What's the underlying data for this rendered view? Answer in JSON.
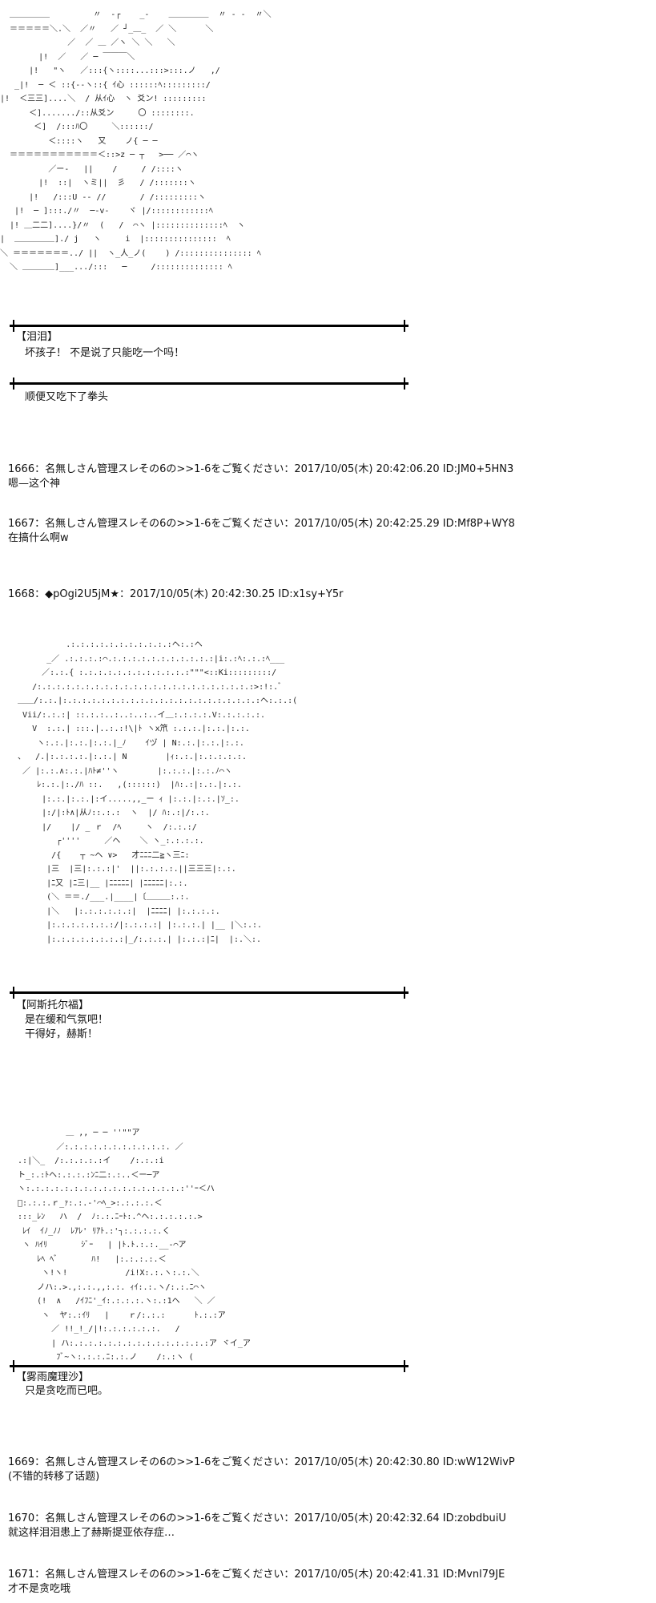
{
  "art1": [
    "  ＿＿＿＿＿         〃  -┌    _-    ＿＿＿＿＿  〃 - -  〃＼",
    "  ＝＝＝＝＝＼.＼  ／〃   ／ ┘_＿_  ／ ＼      ＼",
    "              ／  ／ ＿ ／ヽ ＼ ＼   ＼",
    "        |!  ／   ／ ─ ￣￣￣＼",
    "      |!   \"ヽ   ／:::{ヽ::::...:::>:::.ノ   ,/",
    "   _|!  ─ ＜ ::{--ヽ::{ ｲ心 ::::::ﾍ:::::::::/",
    "|!  ＜三三]....＼  / 从ｲ心  ヽ 爻ン! :::::::::",
    "      ＜]......./::从爻ン     〇 ::::::::.",
    "       ＜]  /:::ﾊ〇     ＼::::::/",
    "          ＜::::ヽ   又    ノ{ ─ ─",
    "  ＝＝＝＝＝＝＝＝＝＝＝＜::>z ─ ┬   >── ／⌒ヽ",
    "          ／ー-   ||    /     / /::::ヽ",
    "        |!  ::|  ヽミ||  彡   / /:::::::ヽ",
    "      |!   /:::U -- //       / /:::::::::ヽ",
    "   |!  ─ ]:::./〃  ─-v-    ヾ |/::::::::::::ﾍ",
    "  |! ＿二二]....}/〃  (   /  ⌒ヽ |::::::::::::::ﾍ  ヽ",
    "|  ＿＿＿＿＿]./ j   ヽ     i  |:::::::::::::::  ﾍ",
    "＼ ＝＝＝＝＝＝＝../ ||  ヽ_人_ノ(    ) /::::::::::::::: ﾍ",
    "  ＼ ＿＿＿＿]___.../:::   ─     /:::::::::::::: ﾍ"
  ],
  "sec1": {
    "speaker": "【泪泪】",
    "line": "坏孩子！ 不是说了只能吃一个吗！",
    "after": "顺便又吃下了拳头"
  },
  "posts": [
    {
      "header": "1666：名無しさん管理スレその6の>>1-6をご覧ください：2017/10/05(木) 20:42:06.20 ID:JM0+5HN3",
      "body": "嗯—这个神"
    },
    {
      "header": "1667：名無しさん管理スレその6の>>1-6をご覧ください：2017/10/05(木) 20:42:25.29 ID:Mf8P+WY8",
      "body": "在搞什么啊w"
    },
    {
      "header": "1668：◆pOgi2U5jM★：2017/10/05(木) 20:42:30.25 ID:x1sy+Y5r",
      "body": ""
    },
    {
      "header": "1669：名無しさん管理スレその6の>>1-6をご覧ください：2017/10/05(木) 20:42:30.80 ID:wW12WivP",
      "body": "(不错的转移了话题)"
    },
    {
      "header": "1670：名無しさん管理スレその6の>>1-6をご覧ください：2017/10/05(木) 20:42:32.64 ID:zobdbuiU",
      "body": "就这样泪泪患上了赫斯提亚依存症…"
    },
    {
      "header": "1671：名無しさん管理スレその6の>>1-6をご覧ください：2017/10/05(木) 20:42:41.31 ID:Mvnl79JE",
      "body": "才不是贪吃哦"
    }
  ],
  "art2": [
    "            .:.:.:.:.:.:.:.:.:.:.:ヘ:.:ヘ",
    "        _／ .:.:.:.:⌒.:.:.:.:.:.:.:.:.:.:.:|i:.:ﾍ:.:.:ﾍ___",
    "       ／:.:.{ :.:.:.:.:.:.:.:.:.:.:.:\"\"\"<::Ki:::::::::/",
    "     /:.:.:.:.:.:.:.:.:.:.:.:.:.:.:.:.:.:.:.:.:.:.:>:!:.ﾞ",
    "  ＿＿/:.:.|:.:.:.:.:.:.:.:.:.:.:.:.:.:.:.:.:.:.:.:.:ヘ:.:.:(",
    "   Vii/:.:.:| ::.:.:..:..:..:..イ＿:.:.:.:.V:.:.:.:.:.",
    "     V  :.:.| :::.|..:.:!\\|ﾄ ヽx笊 :.:.:.|:.:.|:.:.",
    "      ヽ:.:.|:.:.|:.:.|_ﾉ    ｲヅ | N:.:.|:.:.|:.:.",
    "  、  /.|:.:.:.:.|:.:.| N        |ｨ:.:.|:.:.:.:.:.",
    "   ／ |:.:.∧:.:.|ﾊﾄ≠''ヽ        |:.:.:.|:.:.ﾉ⌒ヽ",
    "      ﾚ:.:.|:./ﾊ ::.   ,(::::::)  |ﾊ:.:|:.:.|:.:.",
    "       |:.:.|:.:.|:イ.....,,_ー ｨ |:.:.|:.:.|ｿ_:.",
    "       |:/|:ﾄ∧|从ﾉ::.:.:  ヽ  |/ ﾊ:.:|/:.:.",
    "       |/    |/ _ ｒ  /ﾍ     ヽ  /:.:.:/",
    "          ┌''''     ／ヘ    ＼ ヽ_:.:.:.:.",
    "         /{    ┬ ~ヘ ∨>   才ﾆﾆﾆ二≧ヽ三ﾆ:",
    "        |三  |三|:.:.:|'  ||:.:.:.:.||三三三|:.:.",
    "        |ﾆ又 |ﾆ三|__ |ﾆﾆﾆﾆﾆ| |ﾆﾆﾆﾆﾆ|:.:.",
    "        (＼ ＝＝./___.|____|〔＿＿＿:.:.",
    "        |＼   |:.:.:.:.:.:|  |ﾆﾆﾆﾆ| |:.:.:.:.",
    "        |:.:.:.:.:.:.:/|:.:.:.:| |:.:.:.| |__ |＼:.:.",
    "        |:.:.:.:.:.:.:.:|_/:.:.:.| |:.:.:|ﾆ|  |:.＼:."
  ],
  "sec2": {
    "speaker": "【阿斯托尔福】",
    "line1": "是在缓和气氛吧！",
    "line2": "干得好，赫斯！"
  },
  "art3": [
    "            ＿ ,, ─ ─ ''\"\"ア",
    "          ／:.:.:.:.:.:.:.:.:.:.:. ／",
    "  .:|＼_  /:.:.:.:.:イ    /:.:.:i",
    "  ト_:.:ﾄヘ:.:.:.:ﾝﾆ二:.:..＜ー─ア",
    "  ヽ:.:.:.:.:.:.:.:.:.:.:.:.:.:.:.:.:''ｰ＜ハ",
    "  ゙:.:.:.ｒ_ｧ:.:.-'⌒ﾍ_>:.:.:.:.＜",
    "  :::_ﾚﾝ   ハ  /  ﾉ:.:.ﾆｰﾄ:.^ヘ:.:.:.:.:.>",
    "   ﾚｲ  ｲﾉ_ﾉﾉ  ﾚｱﾚ' ﾘｱﾄ.:'┐:.:.:.:.く",
    "   ヽ ﾊｲﾘ       ｼﾞｰ   | |ﾄ.ﾄ.:.:.__-⌒ア",
    "      ﾚﾍ ﾍﾞ       ﾊ!   |:.:.:.:.＜",
    "       ヽ!ヽ!            /i!X:.:.ヽ:.:.＼",
    "      ノハ:.>.,:.:.,,:.:. ｨｲ:.:.ヽ/:.:.ﾆ⌒ヽ",
    "      (!  ∧   /ｲﾌﾆ'_ｲ:.:.:.:.ヽ:.:1ヘ   ＼ ／",
    "       ヽ  ヤ:.:ｲﾘ   |    ｒ/:.:.:      ﾄ.:.:ア",
    "         ／ !!_!_/|!:.:.:.:.:.:.   /",
    "         | ハ:.:.:.:.:.:.:.:.:.:.:.:.:.:.:ア ヾイ_ア",
    "          ﾌﾞ~ヽ:.:.:.ﾆ:.:.ノ    /:.:ヽ ("
  ],
  "sec3": {
    "speaker": "【雾雨魔理沙】",
    "line": "只是贪吃而已吧。"
  }
}
